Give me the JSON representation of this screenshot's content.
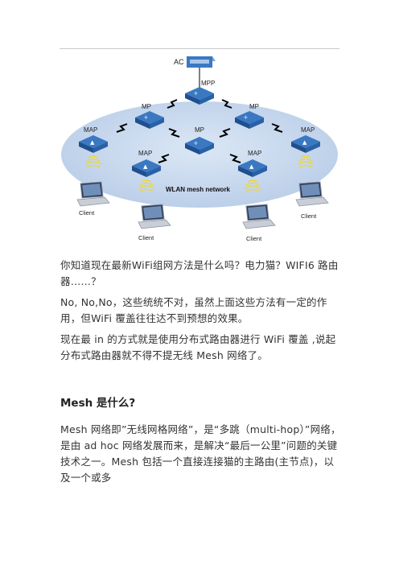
{
  "diagram": {
    "labels": {
      "ac": "AC",
      "mpp": "MPP",
      "mp_left": "MP",
      "mp_right": "MP",
      "mp_center": "MP",
      "map_left": "MAP",
      "map_right": "MAP",
      "map_inner_left": "MAP",
      "map_inner_right": "MAP",
      "client_1": "Client",
      "client_2": "Client",
      "client_3": "Client",
      "client_4": "Client",
      "network": "WLAN mesh network"
    },
    "colors": {
      "ellipse": "#c8d9ee",
      "node_top": "#3b78c2",
      "node_side": "#1f4f8e",
      "signal": "#e9d64a",
      "link": "#000000"
    }
  },
  "article": {
    "p1": "你知道现在最新WiFi组网方法是什么吗？电力猫？WIFI6 路由器……？",
    "p2": "No, No,No，这些统统不对，虽然上面这些方法有一定的作用，但WiFi 覆盖往往达不到预想的效果。",
    "p3": "现在最 in 的方式就是使用分布式路由器进行 WiFi 覆盖 ,说起分布式路由器就不得不提无线 Mesh 网络了。",
    "heading": "Mesh  是什么?",
    "p4": "Mesh 网络即”无线网格网络”，是“多跳（multi-hop）”网络，是由 ad hoc 网络发展而来，是解决“最后一公里”问题的关键技术之一。Mesh 包括一个直接连接猫的主路由(主节点)，以及一个或多"
  }
}
